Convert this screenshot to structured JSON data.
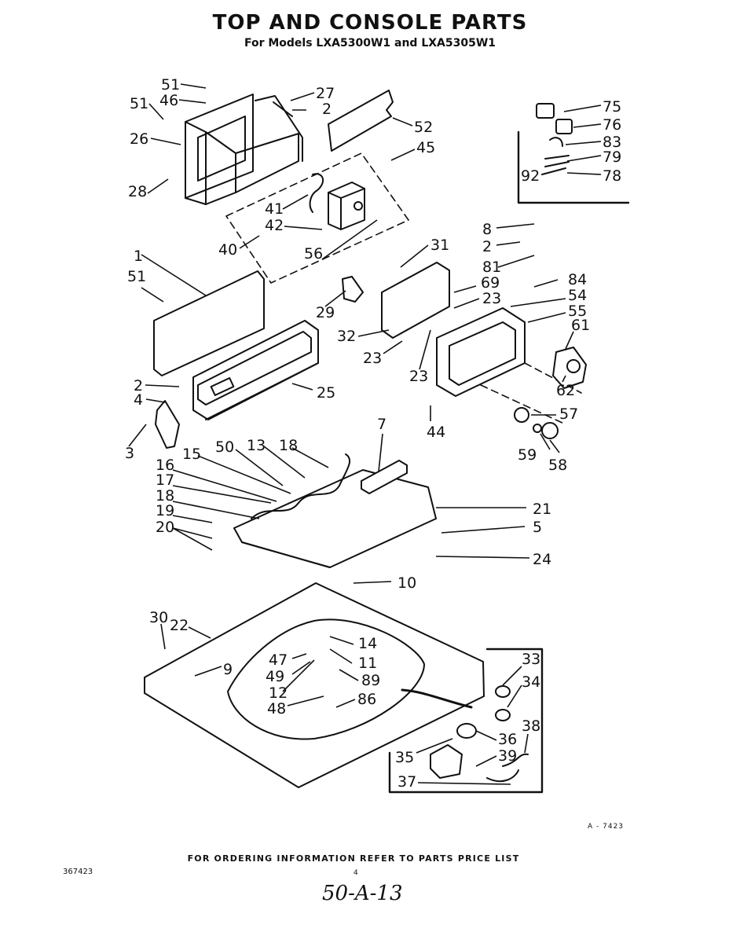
{
  "header": {
    "title": "TOP AND CONSOLE PARTS",
    "subtitle": "For Models LXA5300W1 and LXA5305W1"
  },
  "callouts": [
    "51",
    "46",
    "27",
    "2",
    "51",
    "26",
    "52",
    "45",
    "28",
    "75",
    "76",
    "83",
    "79",
    "92",
    "78",
    "41",
    "42",
    "40",
    "56",
    "8",
    "2",
    "81",
    "1",
    "51",
    "31",
    "69",
    "84",
    "23",
    "54",
    "55",
    "61",
    "29",
    "32",
    "23",
    "23",
    "62",
    "2",
    "25",
    "4",
    "3",
    "44",
    "57",
    "59",
    "58",
    "7",
    "13",
    "18",
    "50",
    "15",
    "16",
    "17",
    "18",
    "19",
    "20",
    "21",
    "5",
    "24",
    "10",
    "30",
    "22",
    "14",
    "47",
    "11",
    "9",
    "49",
    "89",
    "12",
    "86",
    "48",
    "33",
    "34",
    "38",
    "36",
    "35",
    "39",
    "37"
  ],
  "footer": {
    "ordering_note": "FOR ORDERING INFORMATION REFER TO PARTS PRICE LIST",
    "doc_number": "367423",
    "page_number": "4",
    "ref_code": "A - 7423",
    "handwritten": "50-A-13"
  }
}
